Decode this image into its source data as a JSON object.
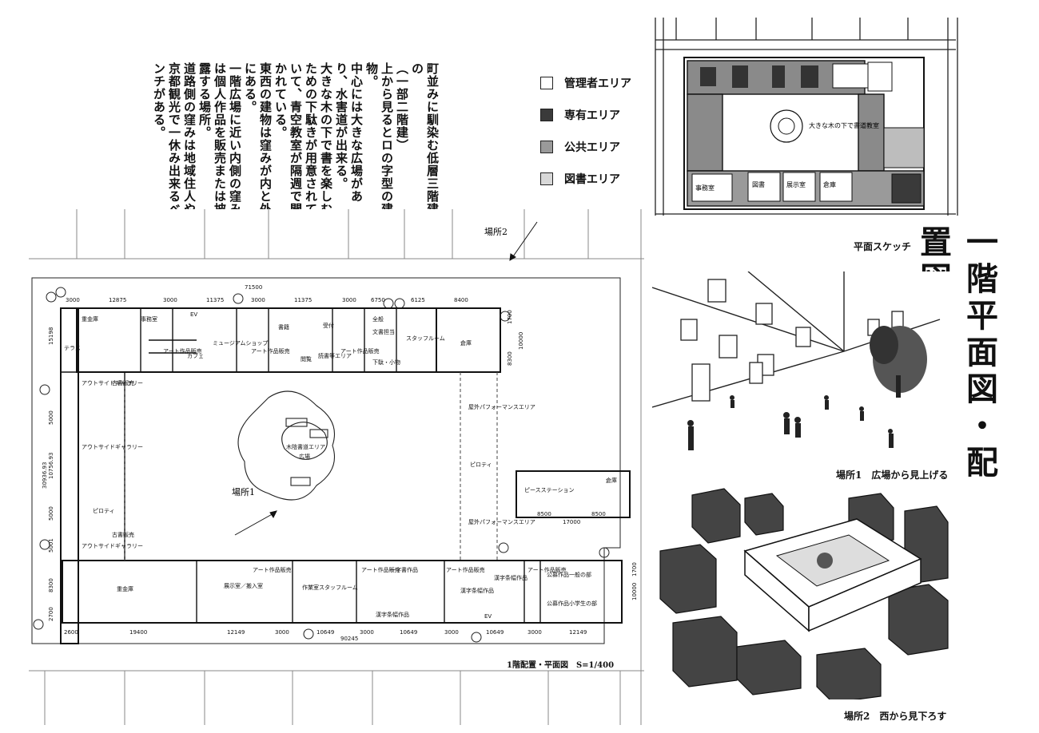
{
  "description": {
    "paragraphs": [
      "町並みに馴染む低層三階建の",
      "（一部二階建）",
      "上から見るとロの字型の建物。",
      "中心には大きな広場があり、水害道が出来る。",
      "大きな木の下で書を楽しむための下駄きが用意されていて、青空教室が隔週で開かれている。",
      "東西の建物は窪みが内と外にある。",
      "一階広場に近い内側の窪みは個人作品を販売または披露する場所。",
      "道路側の窪みは地域住人や京都観光で一休み出来るベンチがある。"
    ]
  },
  "legend": {
    "items": [
      {
        "label": "管理者エリア",
        "color": "#ffffff"
      },
      {
        "label": "専有エリア",
        "color": "#3a3a3a"
      },
      {
        "label": "公共エリア",
        "color": "#9a9a9a"
      },
      {
        "label": "図書エリア",
        "color": "#d8d8d8"
      }
    ]
  },
  "title": "一階平面図・配置図",
  "captions": {
    "sketch": "平面スケッチ",
    "view1": "場所1　広場から見上げる",
    "view2": "場所2　西から見下ろす",
    "plan": "1階配置・平面図　S=1/400",
    "point1": "場所1",
    "point2": "場所2"
  },
  "plan": {
    "dims_top": [
      "3000",
      "12875",
      "3000",
      "11375",
      "3000",
      "11375",
      "3000",
      "6750",
      "6125",
      "8400"
    ],
    "dim_total_top": "71500",
    "dims_bottom": [
      "2600",
      "19400",
      "12149",
      "3000",
      "10649",
      "3000",
      "10649",
      "3000",
      "10649",
      "3000",
      "12149"
    ],
    "dim_total_bottom": "90245",
    "dims_left": [
      "15198",
      "5000",
      "10756.93",
      "5000",
      "5001",
      "8300",
      "2700"
    ],
    "dims_right": [
      "1700",
      "10000",
      "8300"
    ],
    "dim_total_left": "30936.93",
    "annex_dims": [
      "8500",
      "17000",
      "8500"
    ],
    "annex_right": "10000",
    "annex_right2": "1700",
    "rooms": {
      "office_top": "事務室",
      "lockers": "重金庫",
      "ev": "EV",
      "museum_shop": "ミュージアムショップ",
      "cafe": "カフェ",
      "art_sale_1": "アート作品販売",
      "art_sale_2": "アート作品販売",
      "art_sale_3": "アート作品販売",
      "art_sale_4": "アート作品販売",
      "art_sale_5": "アート作品販売",
      "art_sale_6": "アート作品販売",
      "art_sale_7": "アート作品販売",
      "library_counter": "受付",
      "library_desk": "書籍",
      "reading": "閲覧",
      "study_area": "読書等エリア",
      "books_general": "全般",
      "books_hist": "文書担当",
      "books_misc": "下駄・小物",
      "staff_room": "スタッフルーム",
      "storage_ne": "倉庫",
      "outside_gallery_1": "アウトサイドギャラリー",
      "outside_gallery_2": "アウトサイドギャラリー",
      "outside_gallery_3": "アウトサイドギャラリー",
      "inner_shop_1": "古書販売",
      "inner_shop_2": "古書販売",
      "piloti_w": "ピロティ",
      "piloti_e": "ピロティ",
      "terrace": "テラス",
      "outdoor_perf_1": "屋外パフォーマンスエリア",
      "outdoor_perf_2": "屋外パフォーマンスエリア",
      "tree_area": "木陰書道エリア",
      "plaza": "広場",
      "piece_station": "ピースステーション",
      "storage_sw": "倉庫",
      "archive": "展示室／搬入室",
      "workshop": "作業室スタッフルーム",
      "calligraphy_1": "一字書作品",
      "calligraphy_2": "漢字条幅作品",
      "calligraphy_3": "漢字条幅作品",
      "calligraphy_4": "漢字条幅作品",
      "public_general": "公募作品一般の部",
      "public_youth": "公募作品小学生の部",
      "ev_south": "EV",
      "office_south": "重金庫"
    }
  },
  "sketch_labels": {
    "room1": "事務室",
    "room2": "図書",
    "room3": "展示室",
    "room4": "倉庫",
    "note": "大きな木の下で書道教室"
  }
}
